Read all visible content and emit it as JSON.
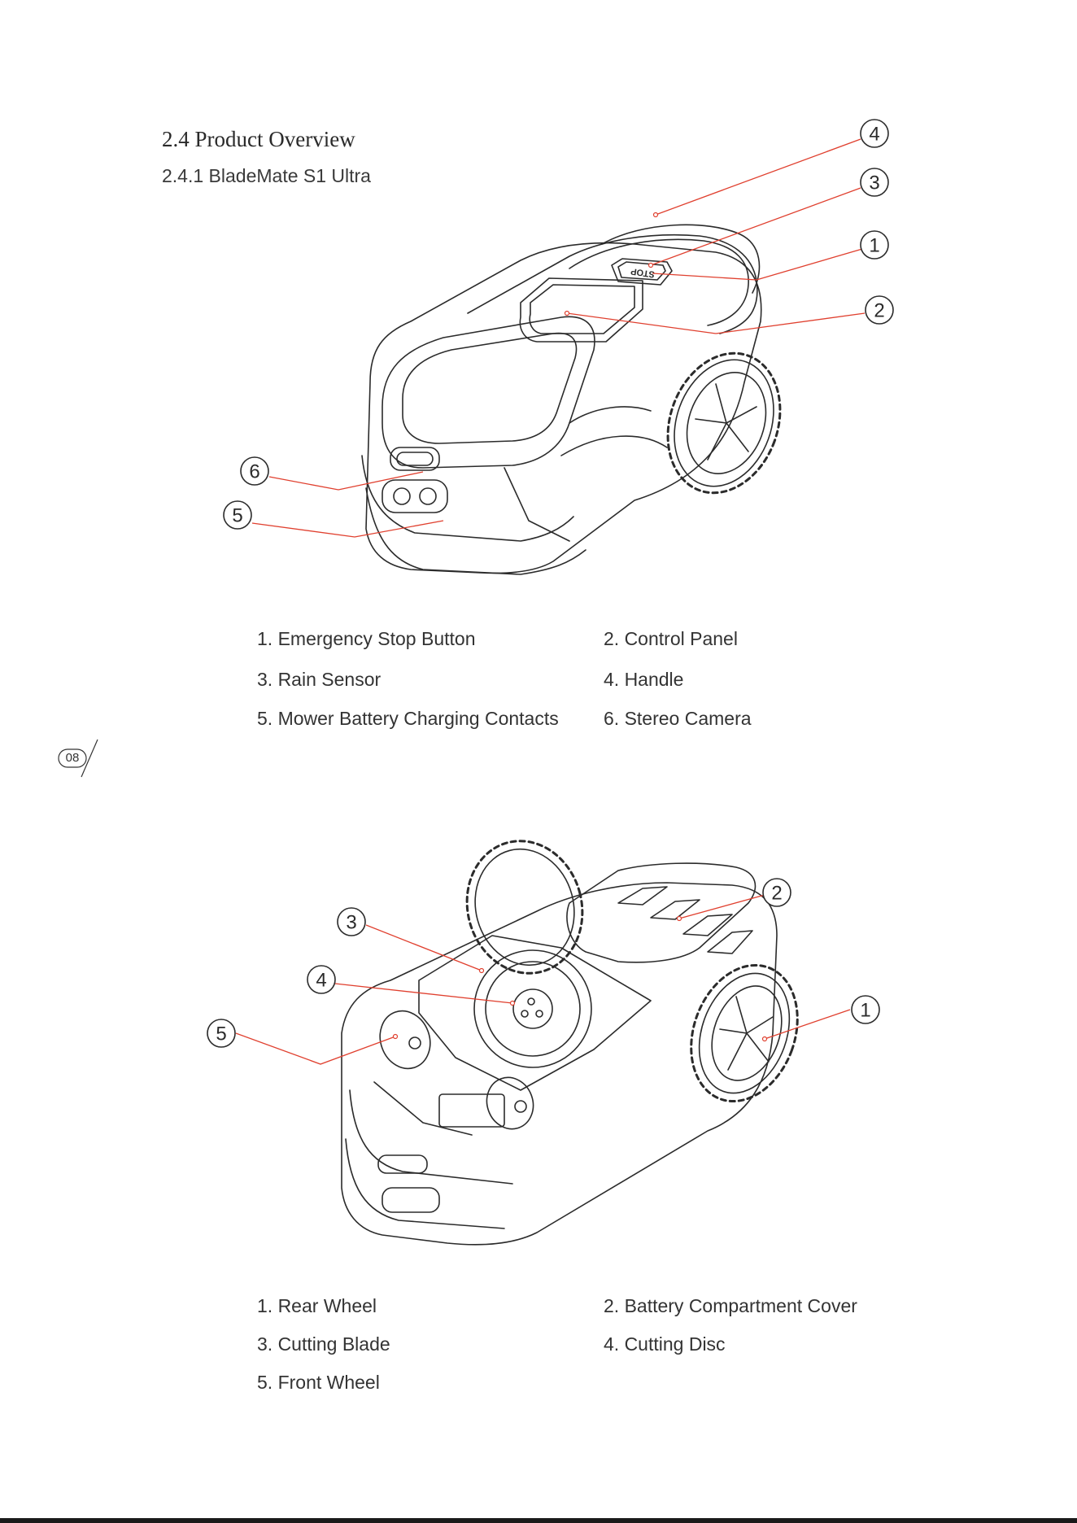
{
  "section": {
    "title": "2.4 Product Overview",
    "subtitle": "2.4.1 BladeMate S1 Ultra"
  },
  "figure_top": {
    "callouts": [
      "4",
      "3",
      "1",
      "2",
      "6",
      "5"
    ],
    "button_text": "STOP",
    "legend": [
      "1. Emergency Stop Button",
      "2. Control Panel",
      "3. Rain Sensor",
      "4. Handle",
      "5. Mower Battery Charging Contacts",
      "6. Stereo Camera"
    ]
  },
  "figure_bottom": {
    "callouts": [
      "2",
      "3",
      "4",
      "5",
      "1"
    ],
    "legend": [
      "1. Rear Wheel",
      "2. Battery Compartment Cover",
      "3. Cutting Blade",
      "4. Cutting Disc",
      "5. Front Wheel"
    ]
  },
  "page_number": "08",
  "colors": {
    "leader_line": "#e0402f",
    "drawing_line": "#2b2b2b",
    "text": "#333333"
  }
}
